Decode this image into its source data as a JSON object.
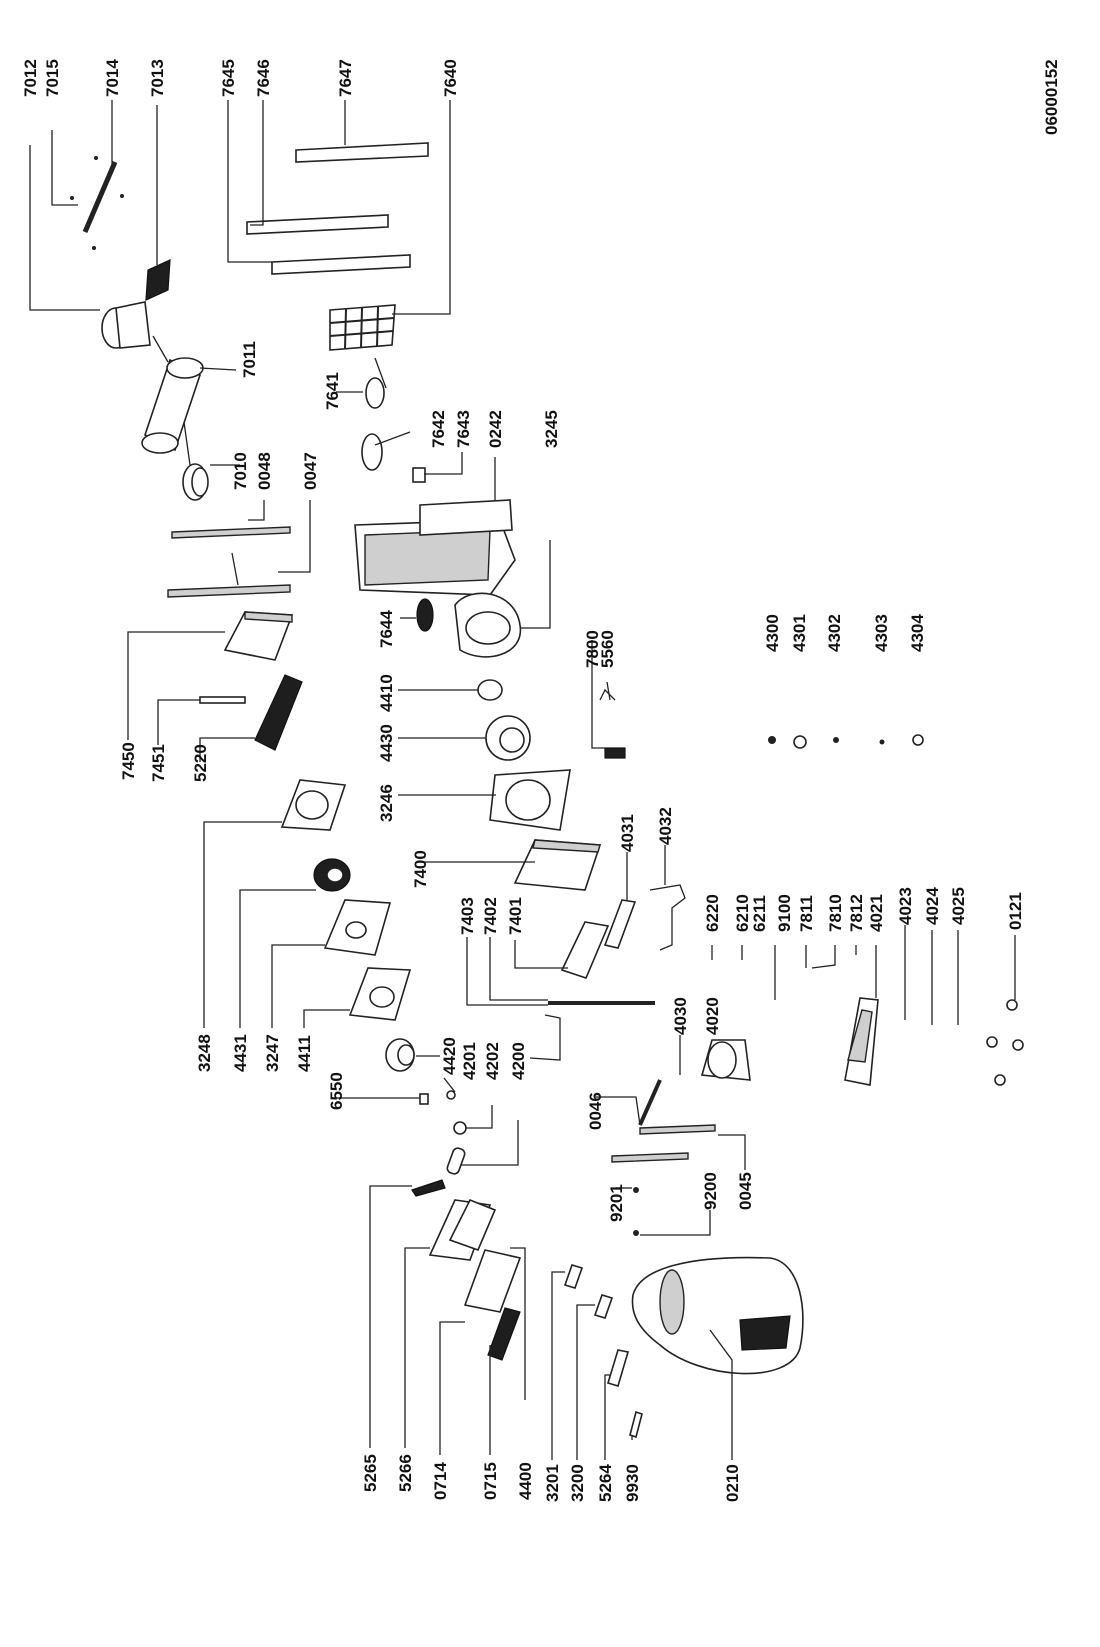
{
  "document_id": "06000152",
  "labels": {
    "l7012": "7012",
    "l7015": "7015",
    "l7014": "7014",
    "l7013": "7013",
    "l7645": "7645",
    "l7646": "7646",
    "l7647": "7647",
    "l7640": "7640",
    "l7011": "7011",
    "l7641": "7641",
    "l7642": "7642",
    "l7643": "7643",
    "l0242": "0242",
    "l3245": "3245",
    "l7010": "7010",
    "l0048": "0048",
    "l0047": "0047",
    "l7644": "7644",
    "l7800": "7800",
    "l5560": "5560",
    "l7450": "7450",
    "l7451": "7451",
    "l5220": "5220",
    "l4410": "4410",
    "l4430": "4430",
    "l3246": "3246",
    "l4300": "4300",
    "l4301": "4301",
    "l4302": "4302",
    "l4303": "4303",
    "l4304": "4304",
    "l4031": "4031",
    "l4032": "4032",
    "l7400": "7400",
    "l3248": "3248",
    "l4431": "4431",
    "l3247": "3247",
    "l4411": "4411",
    "l6550": "6550",
    "l4420": "4420",
    "l4201": "4201",
    "l4202": "4202",
    "l4200": "4200",
    "l7403": "7403",
    "l7402": "7402",
    "l7401": "7401",
    "l6220": "6220",
    "l6210": "6210",
    "l6211": "6211",
    "l9100": "9100",
    "l7811": "7811",
    "l7810": "7810",
    "l7812": "7812",
    "l4021": "4021",
    "l4023": "4023",
    "l4024": "4024",
    "l4025": "4025",
    "l0121": "0121",
    "l4030": "4030",
    "l4020": "4020",
    "l0046": "0046",
    "l0045": "0045",
    "l9201": "9201",
    "l9200": "9200",
    "l5265": "5265",
    "l5266": "5266",
    "l0714": "0714",
    "l0715": "0715",
    "l4400": "4400",
    "l3201": "3201",
    "l3200": "3200",
    "l5264": "5264",
    "l9930": "9930",
    "l0210": "0210"
  }
}
